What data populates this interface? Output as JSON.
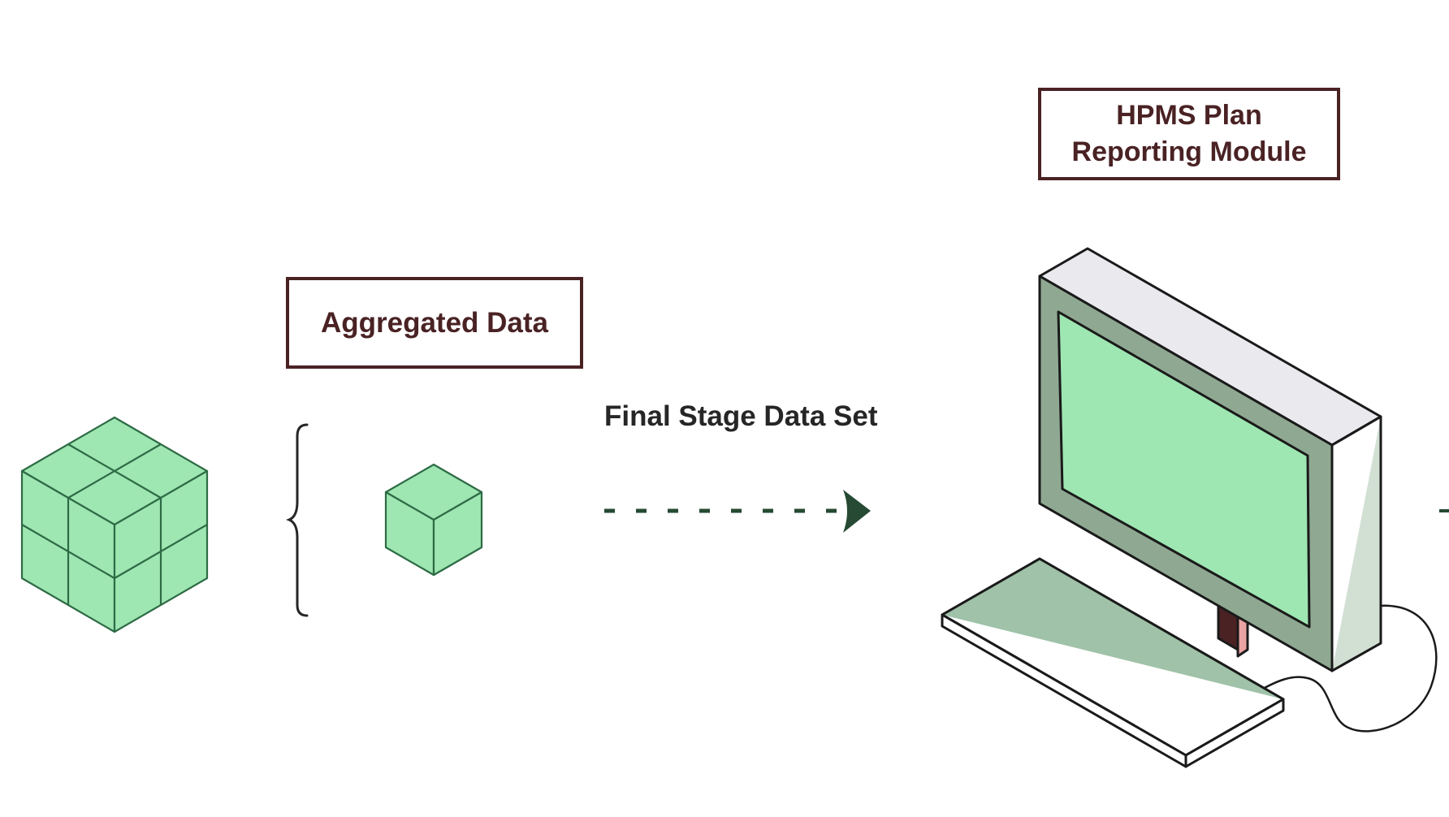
{
  "labels": {
    "aggregated": "Aggregated Data",
    "hpms_line1": "HPMS Plan",
    "hpms_line2": "Reporting Module",
    "final_stage": "Final Stage Data Set"
  },
  "colors": {
    "cube_fill": "#9ee6b2",
    "cube_stroke": "#2e6b45",
    "box_border": "#4a2224",
    "arrow": "#264a33",
    "monitor_bezel": "#8fa892",
    "monitor_screen": "#9ee6b2",
    "monitor_top": "#e9e9ee",
    "keyboard_top": "#9fc2a8",
    "stand": "#4a2224",
    "stand_highlight": "#eaa3a3"
  },
  "icons": {
    "large_cube": "cube-grid-icon",
    "small_cube": "cube-icon",
    "brace": "curly-brace-icon",
    "arrow": "dashed-arrow-icon",
    "computer": "desktop-computer-icon"
  }
}
